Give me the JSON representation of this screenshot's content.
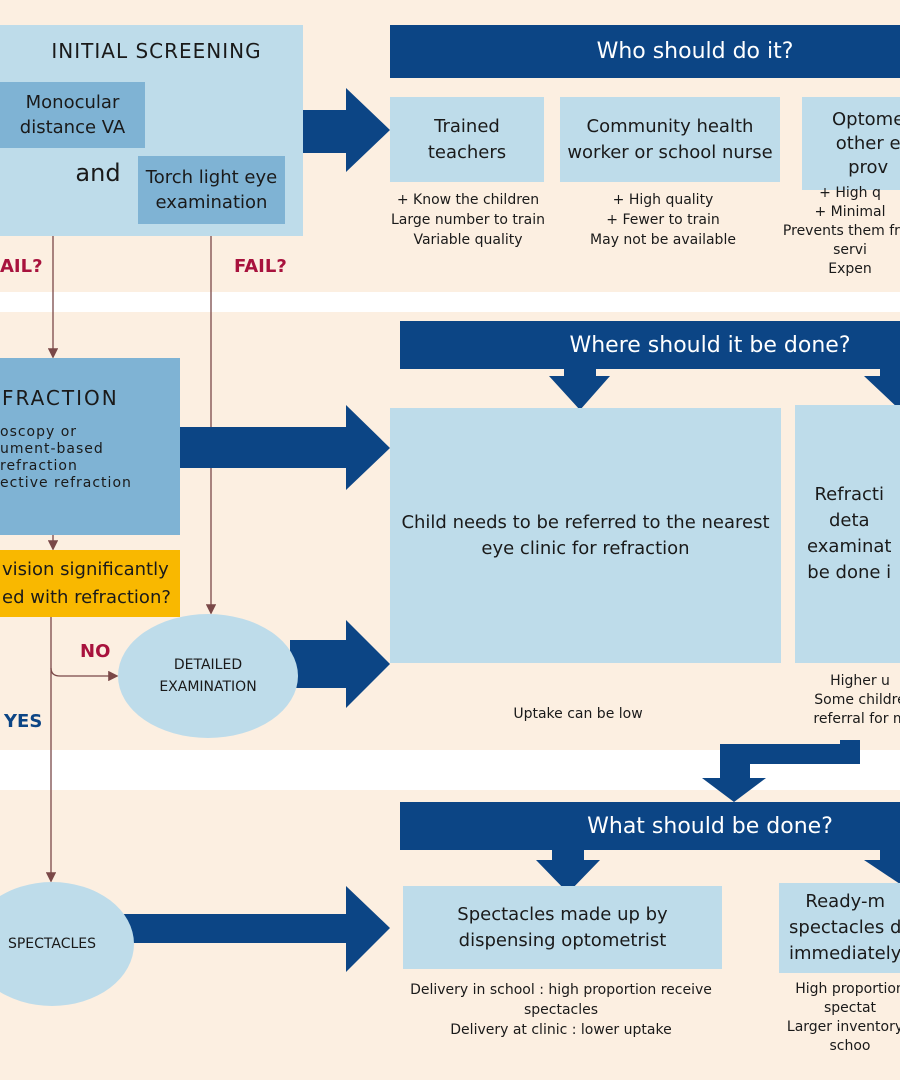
{
  "screening": {
    "title": "INITIAL SCREENING",
    "monocular": "Monocular\ndistance VA",
    "and": "and",
    "torch": "Torch light eye\nexamination",
    "fail_left": "AIL?",
    "fail_right": "FAIL?"
  },
  "who": {
    "header": "Who should do it?",
    "options": [
      {
        "label": "Trained\nteachers",
        "note": "+ Know the children\nLarge number to train\nVariable quality"
      },
      {
        "label": "Community health\nworker or school nurse",
        "note": "+ High quality\n+ Fewer to train\nMay not be available"
      },
      {
        "label": "Optome\nother e\nprov",
        "note": "+ High q\n+ Minimal\nPrevents them fron\nservi\nExpen"
      }
    ]
  },
  "refraction": {
    "title": "FRACTION",
    "text": "oscopy or\nument-based\nrefraction\nective refraction",
    "question": "vision significantly\ned with refraction?",
    "no": "NO",
    "yes": "YES",
    "detailed": "DETAILED\nEXAMINATION"
  },
  "where": {
    "header": "Where should it be done?",
    "options": [
      {
        "label": "Child needs to be referred to the nearest\neye clinic for refraction",
        "note": "Uptake can be low"
      },
      {
        "label": "Refracti\ndeta\nexaminat\nbe done i",
        "note": "Higher u\nSome childre\nreferral for m"
      }
    ]
  },
  "what": {
    "header": "What should be done?",
    "spectacles": "SPECTACLES",
    "options": [
      {
        "label": "Spectacles made up by\ndispensing optometrist",
        "note": "Delivery in school : high proportion receive\nspectacles\nDelivery at clinic : lower uptake"
      },
      {
        "label": "Ready-m\nspectacles d\nimmediately",
        "note": "High proportion\nspectat\nLarger inventory t\nschoo"
      }
    ]
  },
  "colors": {
    "navy": "#0c4585",
    "light_blue": "#bedcea",
    "mid_blue": "#7fb3d4",
    "yellow": "#f9b800",
    "band": "#fcefe1",
    "red": "#a8123d"
  }
}
